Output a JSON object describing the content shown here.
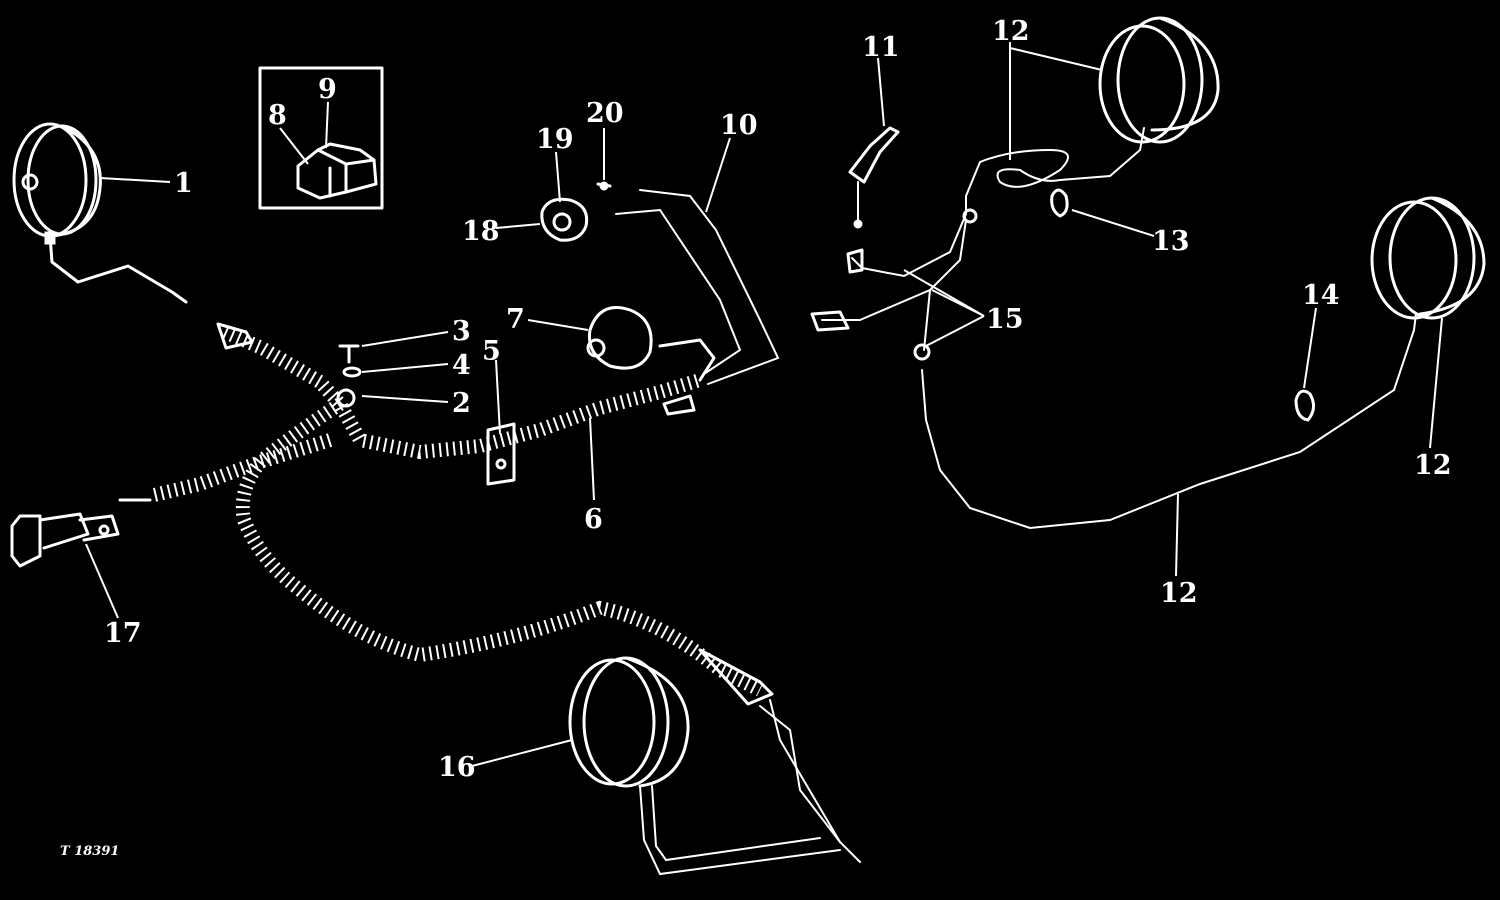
{
  "figure_number": "T 18391",
  "callouts": [
    "1",
    "2",
    "3",
    "4",
    "5",
    "6",
    "7",
    "8",
    "9",
    "10",
    "11",
    "12",
    "13",
    "14",
    "15",
    "16",
    "17",
    "18",
    "19",
    "20"
  ],
  "colors": {
    "background": "#000000",
    "ink": "#ffffff"
  }
}
